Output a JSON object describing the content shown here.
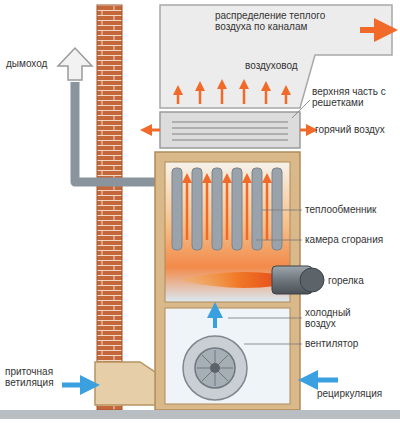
{
  "diagram": {
    "labels": [
      "распределение теплого воздуха по каналам",
      "воздуховод",
      "дымоход",
      "верхняя часть с решетками",
      "горячий воздух",
      "теплообменник",
      "камера сгорания",
      "горелка",
      "холодный воздух",
      "вентилятор",
      "приточная ветиляция",
      "рециркуляция"
    ]
  }
}
